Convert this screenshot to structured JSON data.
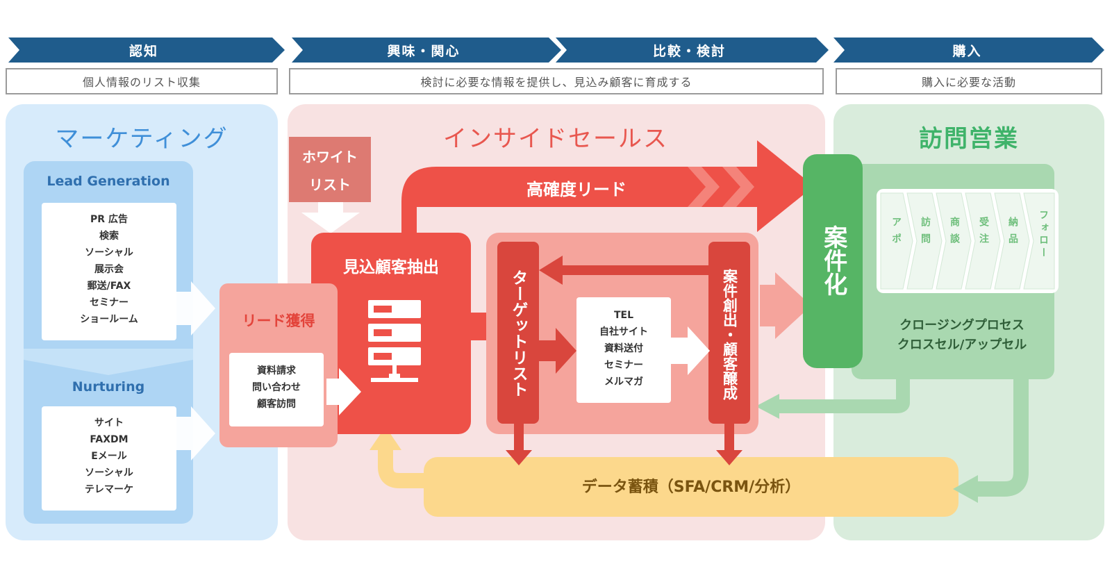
{
  "stages": [
    {
      "label": "認知",
      "desc": "個人情報のリスト収集"
    },
    {
      "label": "興味・関心"
    },
    {
      "label": "比較・検討",
      "desc": "検討に必要な情報を提供し、見込み顧客に育成する"
    },
    {
      "label": "購入",
      "desc": "購入に必要な活動"
    }
  ],
  "marketing": {
    "title": "マーケティング",
    "lead_gen": {
      "title": "Lead Generation",
      "items": [
        "PR 広告",
        "検索",
        "ソーシャル",
        "展示会",
        "郵送/FAX",
        "セミナー",
        "ショールーム"
      ]
    },
    "nurturing": {
      "title": "Nurturing",
      "items": [
        "サイト",
        "FAXDM",
        "Eメール",
        "ソーシャル",
        "テレマーケ"
      ]
    }
  },
  "inside_sales": {
    "title": "インサイドセールス",
    "white_list": [
      "ホワイト",
      "リスト"
    ],
    "high_lead": "高確度リード",
    "lead_acquisition": {
      "title": "リード獲得",
      "items": [
        "資料請求",
        "問い合わせ",
        "顧客訪問"
      ]
    },
    "prospect_extraction": "見込顧客抽出",
    "target_list": "ターゲットリスト",
    "channels": [
      "TEL",
      "自社サイト",
      "資料送付",
      "セミナー",
      "メルマガ"
    ],
    "deal_creation": "案件創出・顧客醸成"
  },
  "field_sales": {
    "title": "訪問営業",
    "deal": "案件化",
    "steps": [
      "アポ",
      "訪問",
      "商談",
      "受注",
      "納品",
      "フォロー"
    ],
    "process_lines": [
      "クロージングプロセス",
      "クロスセル/アップセル"
    ]
  },
  "data_store": "データ蓄積（SFA/CRM/分析）",
  "colors": {
    "stage_banner": "#1f5c8c",
    "marketing_bg": "#d7ebfb",
    "marketing_title": "#3f8fd8",
    "inside_bg": "#f8e2e2",
    "inside_title": "#e8574f",
    "red": "#ee5148",
    "dark_red": "#d9463d",
    "pink": "#f5a49c",
    "field_bg": "#d9ecdc",
    "field_title": "#3fb36a",
    "green": "#56b565",
    "yellow": "#fcd88c"
  }
}
